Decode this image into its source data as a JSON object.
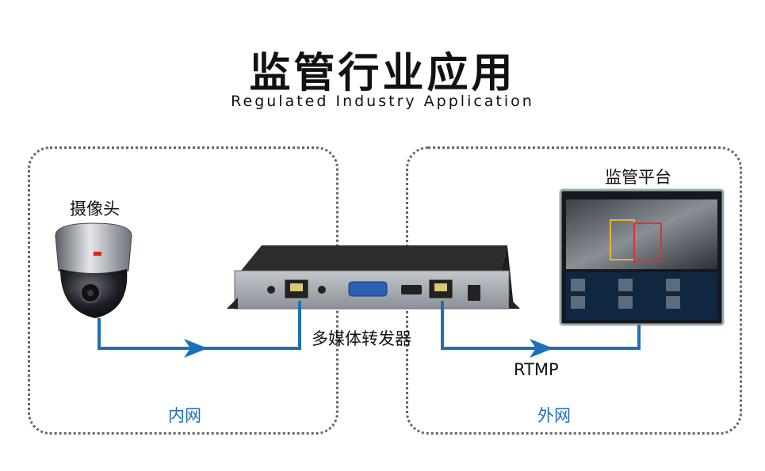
{
  "title": "监管行业应用",
  "subtitle": "Regulated Industry Application",
  "zones": {
    "inner_label": "内网",
    "outer_label": "外网"
  },
  "nodes": {
    "camera_label": "摄像头",
    "device_label": "多媒体转发器",
    "platform_label": "监管平台"
  },
  "link": {
    "protocol": "RTMP"
  },
  "colors": {
    "accent_blue": "#1d6fb8",
    "zone_border": "#666666",
    "device_panel": "#9aa0a8",
    "device_body": "#2a2a2a"
  }
}
